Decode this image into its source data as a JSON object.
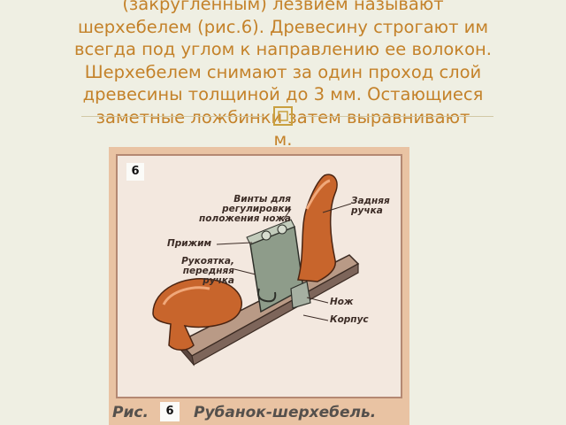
{
  "slide": {
    "text_lines": [
      "(закругленным) лезвием называют",
      "шерхебелем (рис.6). Древесину строгают им",
      "всегда под углом к направлению ее волокон.",
      "Шерхебелем снимают за один проход слой",
      "древесины толщиной до 3 мм. Остающиеся",
      "заметные ложбинки затем выравнивают",
      "м."
    ]
  },
  "figure": {
    "number_badge": "6",
    "labels": {
      "screws": "Винты для регулировки положения ножа",
      "rear_handle": "Задняя ручка",
      "clamp": "Прижим",
      "front_handle": "Рукоятка, передняя ручка",
      "blade": "Нож",
      "body": "Корпус"
    },
    "caption": {
      "prefix": "Рис.",
      "number": "6",
      "title": "Рубанок-шерхебель."
    }
  },
  "colors": {
    "text": "#c4822a",
    "background": "#efefe3",
    "figure_frame": "#e9c3a3",
    "wood": "#c8652c",
    "metal": "#8e9c8a"
  }
}
